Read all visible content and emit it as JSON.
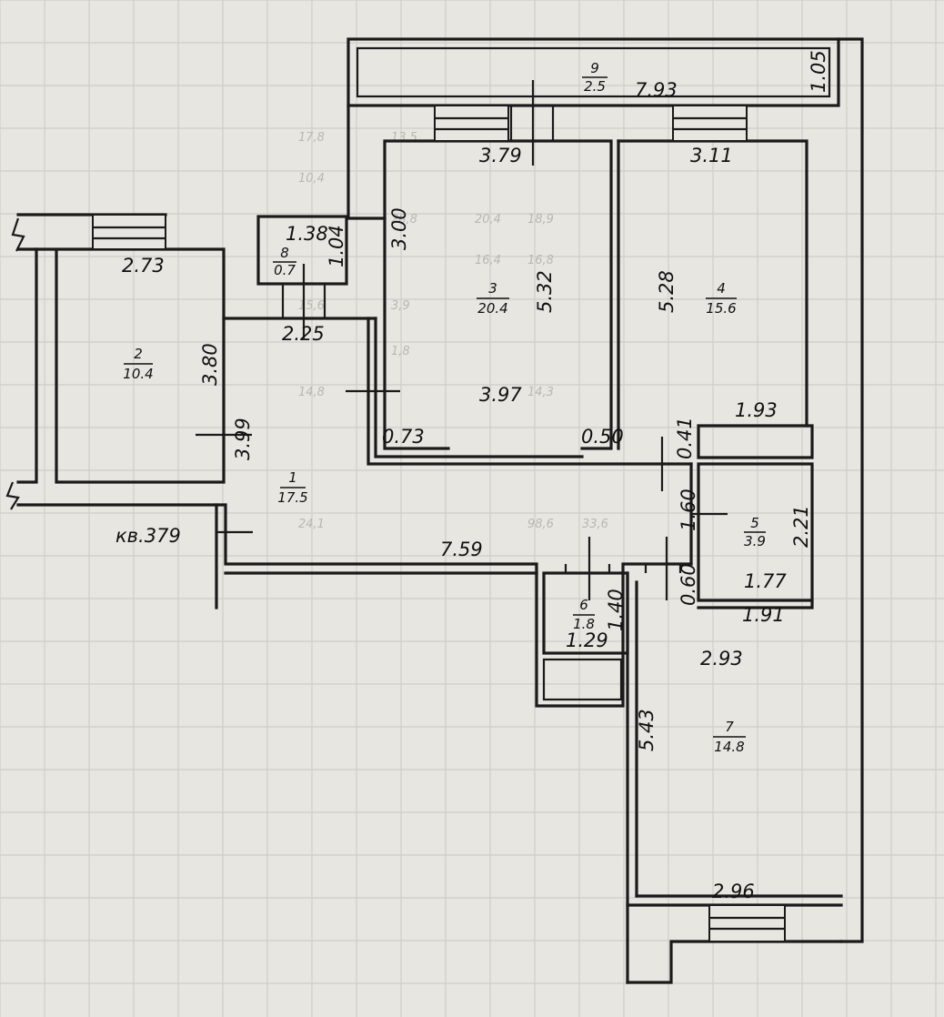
{
  "apartment_label": "кв.379",
  "rooms": [
    {
      "id": "room-1",
      "number": "1",
      "area": "17.5"
    },
    {
      "id": "room-2",
      "number": "2",
      "area": "10.4"
    },
    {
      "id": "room-3",
      "number": "3",
      "area": "20.4"
    },
    {
      "id": "room-4",
      "number": "4",
      "area": "15.6"
    },
    {
      "id": "room-5",
      "number": "5",
      "area": "3.9"
    },
    {
      "id": "room-6",
      "number": "6",
      "area": "1.8"
    },
    {
      "id": "room-7",
      "number": "7",
      "area": "14.8"
    },
    {
      "id": "room-8",
      "number": "8",
      "area": "0.7"
    },
    {
      "id": "room-9",
      "number": "9",
      "area": "2.5"
    }
  ],
  "dimensions": {
    "balcony_length": "7.93",
    "balcony_depth": "1.05",
    "room3_width_top": "3.79",
    "room3_wall_left": "3.00",
    "room3_height": "5.32",
    "room3_width_bottom": "3.97",
    "room3_niche_left": "0.73",
    "room3_niche_right": "0.50",
    "room4_width": "3.11",
    "room4_height": "5.28",
    "room8_width": "1.38",
    "room8_height": "1.04",
    "room2_width": "2.73",
    "room2_height": "3.80",
    "hall_width_top": "2.25",
    "hall_height": "3.99",
    "hall_length": "7.59",
    "room5_width_top": "1.93",
    "room5_gap": "0.41",
    "room5_door": "1.60",
    "room5_height": "2.21",
    "room5_width_bottom": "1.77",
    "room6_height": "1.40",
    "room6_width": "1.29",
    "room7_door": "0.60",
    "room7_width_top": "1.91",
    "room7_width_mid": "2.93",
    "room7_height": "5.43",
    "room7_width_bottom": "2.96"
  },
  "background_table_ghost": [
    "17,8",
    "13,5",
    "10,4",
    "28,8",
    "20,4",
    "18,9",
    "16,4",
    "16,8",
    "15,6",
    "3,9",
    "1,8",
    "14,3",
    "14,8",
    "98,6",
    "33,6",
    "24,1"
  ]
}
